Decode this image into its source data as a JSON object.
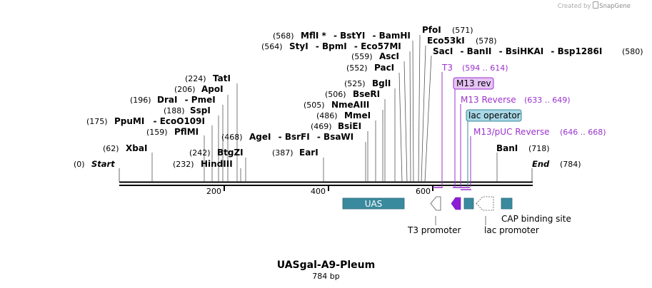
{
  "credit": {
    "prefix": "Created by",
    "brand": "SnapGene"
  },
  "title": "UASgal-A9-Pleum",
  "length_label": "784 bp",
  "backbone": {
    "start_label": "Start",
    "start_pos": "(0)",
    "end_label": "End",
    "end_pos": "(784)",
    "length": 784
  },
  "ruler": [
    {
      "label": "200",
      "pos": 200
    },
    {
      "label": "400",
      "pos": 400
    },
    {
      "label": "600",
      "pos": 600
    }
  ],
  "sites": [
    {
      "pos": "(62)",
      "name": "XbaI",
      "bp": 62
    },
    {
      "pos": "(159)",
      "name": "PflMI",
      "bp": 159
    },
    {
      "pos": "(175)",
      "name": "PpuMI",
      "extra": [
        "EcoO109I"
      ],
      "bp": 175
    },
    {
      "pos": "(188)",
      "name": "SspI",
      "bp": 188
    },
    {
      "pos": "(196)",
      "name": "DraI",
      "extra": [
        "PmeI"
      ],
      "bp": 196
    },
    {
      "pos": "(206)",
      "name": "ApoI",
      "bp": 206
    },
    {
      "pos": "(224)",
      "name": "TatI",
      "bp": 224
    },
    {
      "pos": "(232)",
      "name": "HindIII",
      "bp": 232
    },
    {
      "pos": "(242)",
      "name": "BtgZI",
      "bp": 242
    },
    {
      "pos": "(387)",
      "name": "EarI",
      "bp": 387
    },
    {
      "pos": "(468)",
      "name": "AgeI",
      "extra": [
        "BsrFI",
        "BsaWI"
      ],
      "bp": 468
    },
    {
      "pos": "(469)",
      "name": "BsiEI",
      "bp": 469
    },
    {
      "pos": "(486)",
      "name": "MmeI",
      "bp": 486
    },
    {
      "pos": "(505)",
      "name": "NmeAIII",
      "bp": 505
    },
    {
      "pos": "(506)",
      "name": "BseRI",
      "bp": 506
    },
    {
      "pos": "(525)",
      "name": "BglI",
      "bp": 525
    },
    {
      "pos": "(552)",
      "name": "PacI",
      "bp": 552
    },
    {
      "pos": "(559)",
      "name": "AscI",
      "bp": 559
    },
    {
      "pos": "(564)",
      "name": "StyI",
      "extra": [
        "BpmI",
        "Eco57MI"
      ],
      "bp": 564
    },
    {
      "pos": "(568)",
      "name": "MflI *",
      "extra": [
        "BstYI",
        "BamHI"
      ],
      "bp": 568
    },
    {
      "pos": "(571)",
      "name": "PfoI",
      "bp": 571
    },
    {
      "pos": "(578)",
      "name": "Eco53kI",
      "bp": 578
    },
    {
      "pos": "(580)",
      "name": "SacI",
      "extra": [
        "BanII",
        "BsiHKAI",
        "Bsp1286I"
      ],
      "bp": 580
    },
    {
      "pos": "(718)",
      "name": "BanI",
      "bp": 718
    }
  ],
  "primers": [
    {
      "name": "T3",
      "range": "(594 .. 614)"
    },
    {
      "name": "M13 rev"
    },
    {
      "name": "M13 Reverse",
      "range": "(633 .. 649)"
    },
    {
      "name": "lac operator"
    },
    {
      "name": "M13/pUC Reverse",
      "range": "(646 .. 668)"
    }
  ],
  "features": [
    {
      "name": "UAS",
      "color": "#3a8a9e"
    },
    {
      "name": "T3 promoter",
      "color": "#ffffff"
    },
    {
      "name": "lac promoter",
      "color": "#ffffff"
    },
    {
      "name": "CAP binding site",
      "color": "#3a8a9e"
    }
  ],
  "colors": {
    "primer": "#9a32cd",
    "primer_fill": "#e6c3f5",
    "operator_fill": "#a8d8e6",
    "feature": "#3a8a9e",
    "m13_arrow": "#8a1fd6"
  }
}
